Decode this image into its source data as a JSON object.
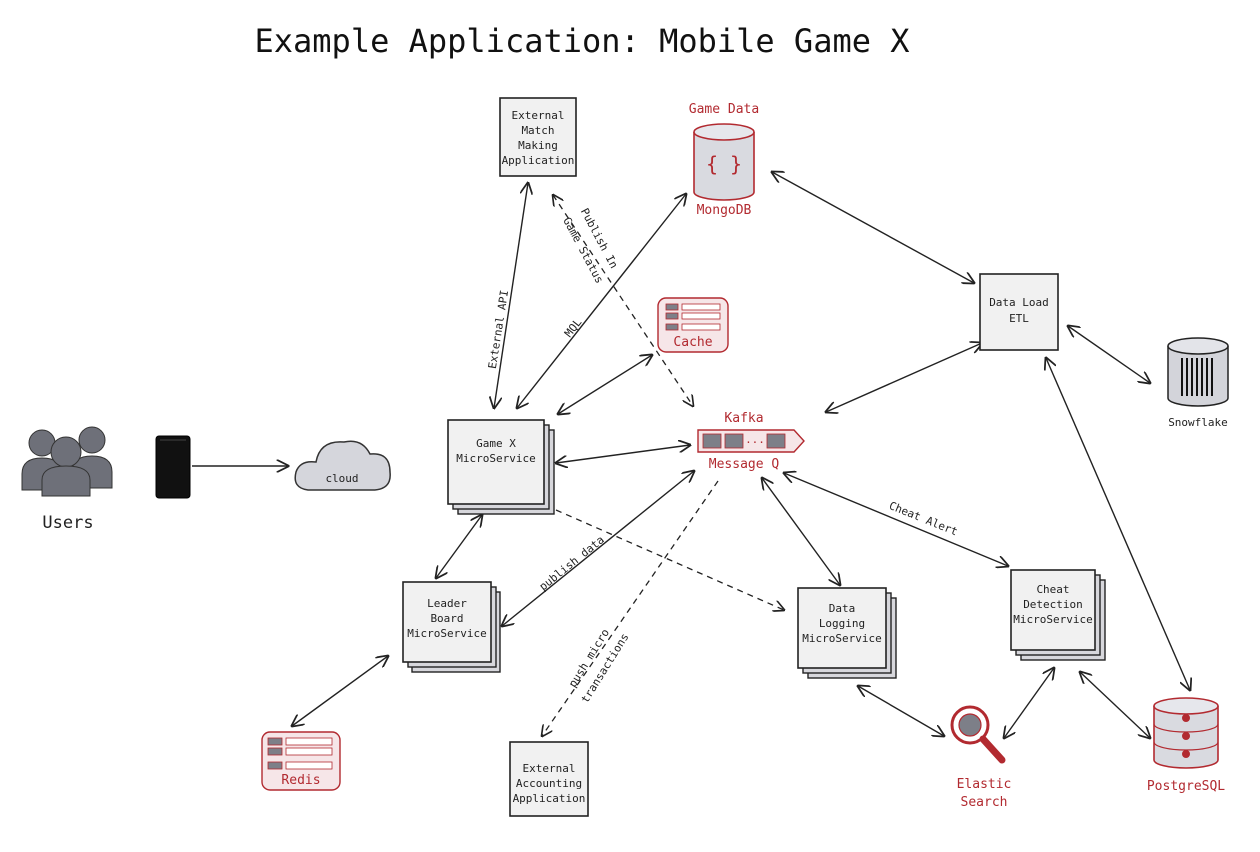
{
  "title": "Example Application: Mobile Game X",
  "nodes": {
    "match_making": [
      "External",
      "Match",
      "Making",
      "Application"
    ],
    "game_data": {
      "label": "Game Data",
      "db": "MongoDB",
      "icon": "{ }"
    },
    "data_load_etl": [
      "Data Load",
      "ETL"
    ],
    "cache": "Cache",
    "snowflake": "Snowflake",
    "users": "Users",
    "cloud": "cloud",
    "game_x": [
      "Game X",
      "MicroService"
    ],
    "kafka": {
      "label": "Kafka",
      "sub": "Message Q"
    },
    "leader_board": [
      "Leader",
      "Board",
      "MicroService"
    ],
    "data_logging": [
      "Data",
      "Logging",
      "MicroService"
    ],
    "cheat_detection": [
      "Cheat",
      "Detection",
      "MicroService"
    ],
    "redis": "Redis",
    "accounting": [
      "External",
      "Accounting",
      "Application"
    ],
    "elastic": [
      "Elastic",
      "Search"
    ],
    "postgres": "PostgreSQL"
  },
  "edges": {
    "external_api": "External API",
    "publish_status": [
      "Publish In",
      "Game Status"
    ],
    "mql": "MQL",
    "cheat_alert": "Cheat Alert",
    "publish_data": "publish data",
    "push_micro": [
      "push micro",
      "transactions"
    ]
  },
  "colors": {
    "accent_red": "#b22a30",
    "icon_gray": "#6e7079",
    "box_fill": "#f1f1f1"
  }
}
